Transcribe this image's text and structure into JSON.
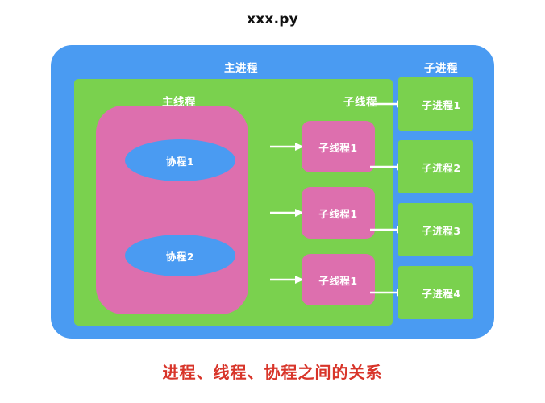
{
  "title": "xxx.py",
  "caption": "进程、线程、协程之间的关系",
  "colors": {
    "process_blue": "#4a9bf2",
    "thread_green": "#7ad14e",
    "pink": "#dd6fae",
    "caption_red": "#d8352a",
    "title_black": "#111111",
    "label_white": "#ffffff"
  },
  "main_process": {
    "label": "主进程",
    "main_thread": {
      "label": "主线程",
      "coroutines": [
        {
          "label": "协程1"
        },
        {
          "label": "协程2"
        }
      ]
    },
    "child_threads": {
      "label": "子线程",
      "items": [
        {
          "label": "子线程1"
        },
        {
          "label": "子线程1"
        },
        {
          "label": "子线程1"
        }
      ]
    }
  },
  "child_processes": {
    "label": "子进程",
    "items": [
      {
        "label": "子进程1"
      },
      {
        "label": "子进程2"
      },
      {
        "label": "子进程3"
      },
      {
        "label": "子进程4"
      }
    ]
  }
}
